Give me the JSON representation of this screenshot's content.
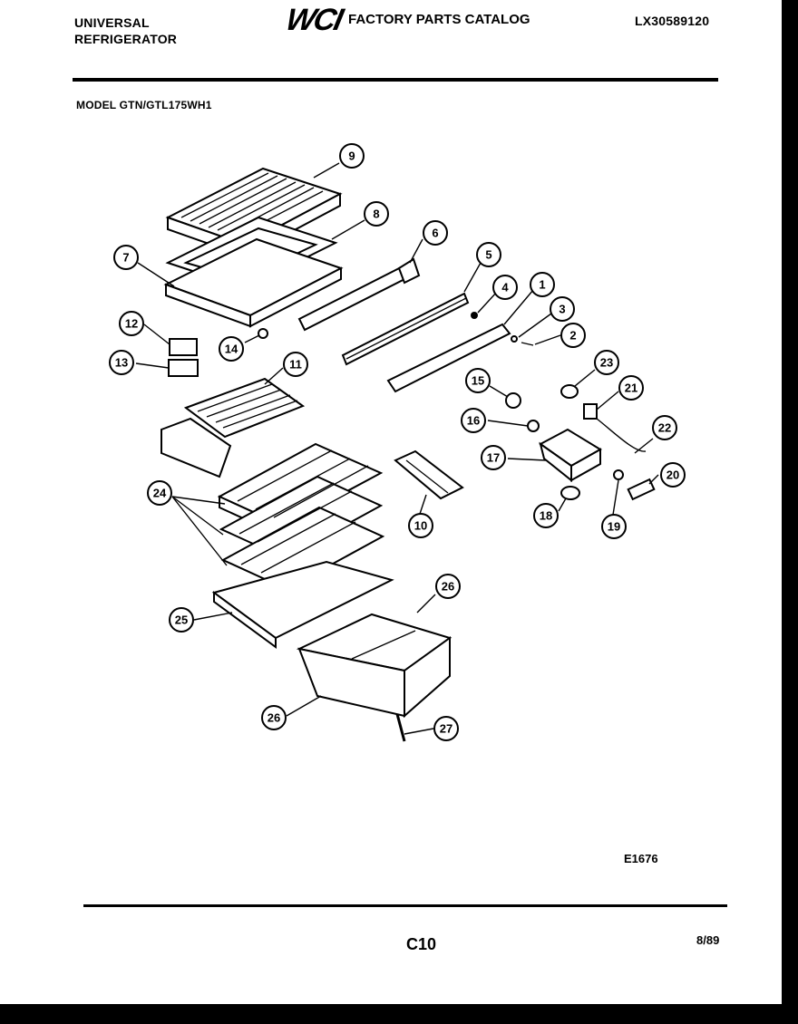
{
  "header": {
    "brand_line1": "UNIVERSAL",
    "brand_line2": "REFRIGERATOR",
    "logo_text": "WCI",
    "catalog_title": "FACTORY PARTS CATALOG",
    "catalog_number": "LX30589120",
    "model": "MODEL GTN/GTL175WH1"
  },
  "callouts": [
    "1",
    "2",
    "3",
    "4",
    "5",
    "6",
    "7",
    "8",
    "9",
    "10",
    "11",
    "12",
    "13",
    "14",
    "15",
    "16",
    "17",
    "18",
    "19",
    "20",
    "21",
    "22",
    "23",
    "24",
    "25",
    "26",
    "27"
  ],
  "footer": {
    "drawing_code": "E1676",
    "page_number": "C10",
    "date": "8/89"
  }
}
